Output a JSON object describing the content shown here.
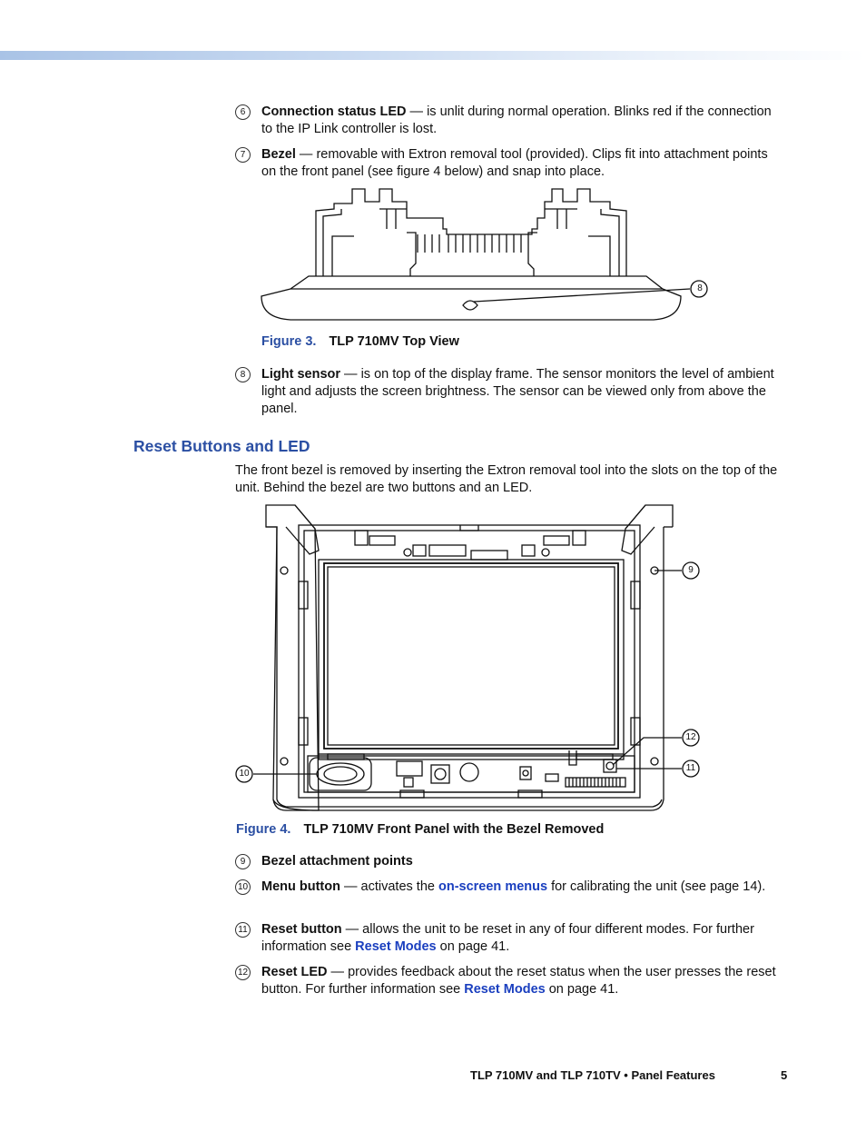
{
  "items": {
    "i6": {
      "num": "6",
      "label": "Connection status LED",
      "text": " — is unlit during normal operation. Blinks red if the connection to the IP Link controller is lost."
    },
    "i7": {
      "num": "7",
      "label": "Bezel",
      "text": " — removable with Extron removal tool (provided). Clips fit into attachment points on the front panel (see figure 4 below) and snap into place."
    },
    "i8": {
      "num": "8",
      "label": "Light sensor",
      "text": " — is on top of the display frame. The sensor monitors the level of ambient light and adjusts the screen brightness. The sensor can be viewed only from above the panel."
    },
    "i9": {
      "num": "9",
      "label": "Bezel attachment points"
    },
    "i10": {
      "num": "10",
      "label": "Menu button",
      "text_a": " — activates the ",
      "link": "on-screen menus",
      "text_b": " for calibrating the unit (see page 14)."
    },
    "i11": {
      "num": "11",
      "label": "Reset button",
      "text_a": " — allows the unit to be reset in any of four different modes. For further information see ",
      "link": "Reset Modes",
      "text_b": " on page 41."
    },
    "i12": {
      "num": "12",
      "label": "Reset LED",
      "text_a": " — provides feedback about the reset status when the user presses the reset button. For further information see ",
      "link": "Reset Modes",
      "text_b": " on page 41."
    }
  },
  "figure3": {
    "label": "Figure 3.",
    "title": "TLP 710MV Top View",
    "callout": "8"
  },
  "section": {
    "heading": "Reset Buttons and LED",
    "intro": "The front bezel is removed by inserting the Extron removal tool into the slots on the top of the unit. Behind the bezel are two buttons and an LED."
  },
  "figure4": {
    "label": "Figure 4.",
    "title": "TLP 710MV Front Panel with the Bezel Removed",
    "callouts": {
      "c9": "9",
      "c10": "10",
      "c11": "11",
      "c12": "12"
    }
  },
  "footer": {
    "text": "TLP 710MV and TLP 710TV • Panel Features",
    "page": "5"
  }
}
